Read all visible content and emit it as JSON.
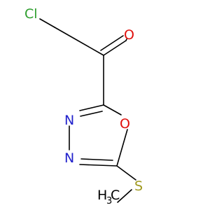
{
  "colors": {
    "bond": "#000000",
    "carbon_label": "#000000",
    "chlorine": "#2e9e2e",
    "oxygen": "#e0100c",
    "nitrogen": "#2222cc",
    "sulfur": "#a09a20",
    "background": "#ffffff"
  },
  "atoms": {
    "chlorine": "Cl",
    "carbonyl_oxygen": "O",
    "ring_oxygen": "O",
    "nitrogen_upper": "N",
    "nitrogen_lower": "N",
    "sulfur": "S",
    "methyl_h": "H",
    "methyl_subscript": "3",
    "methyl_c": "C"
  }
}
